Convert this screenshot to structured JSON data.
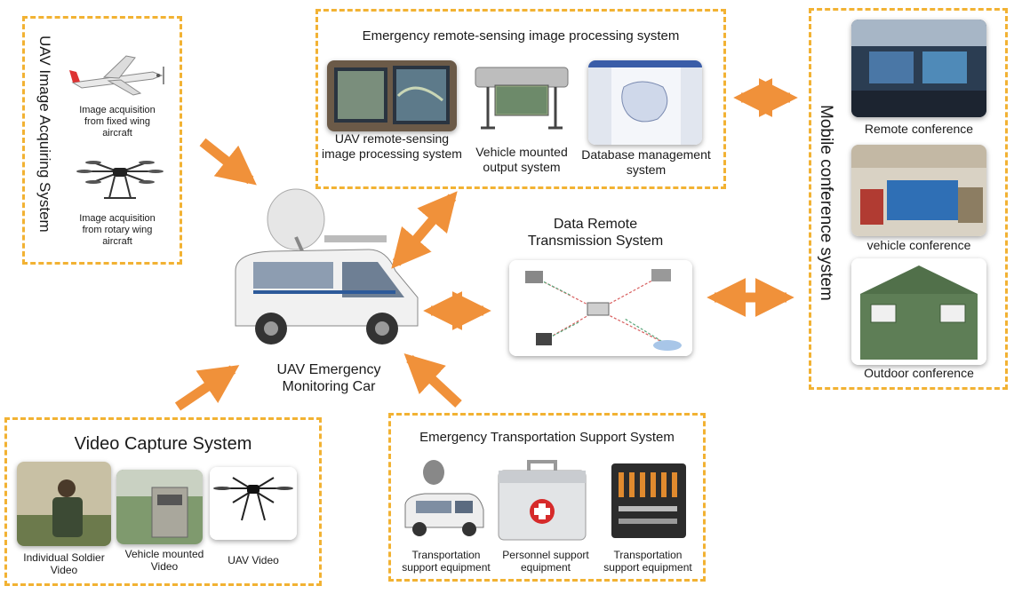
{
  "colors": {
    "dash": "#f2b233",
    "arrow": "#f0913a",
    "arrow_stroke": "#e07a22"
  },
  "uav_system": {
    "title": "UAV  Image Acquiring System",
    "fixed_wing_caption": "Image acquisition from fixed wing aircraft",
    "rotary_wing_caption": "Image acquisition from rotary wing aircraft"
  },
  "processing_system": {
    "title": "Emergency remote-sensing image processing system",
    "items": [
      "UAV  remote-sensing image processing system",
      "Vehicle mounted output system",
      "Database management system"
    ]
  },
  "conference_system": {
    "title": "Mobile conference system",
    "items": [
      "Remote conference",
      "vehicle conference",
      "Outdoor conference"
    ]
  },
  "data_transmission": {
    "title": "Data Remote Transmission System"
  },
  "monitoring_car": {
    "title": "UAV Emergency Monitoring Car"
  },
  "video_system": {
    "title": "Video Capture System",
    "items": [
      "Individual Soldier Video",
      "Vehicle mounted Video",
      "UAV Video"
    ]
  },
  "transport_system": {
    "title": "Emergency Transportation  Support System",
    "items": [
      "Transportation support equipment",
      "Personnel support equipment",
      "Transportation support equipment"
    ]
  }
}
